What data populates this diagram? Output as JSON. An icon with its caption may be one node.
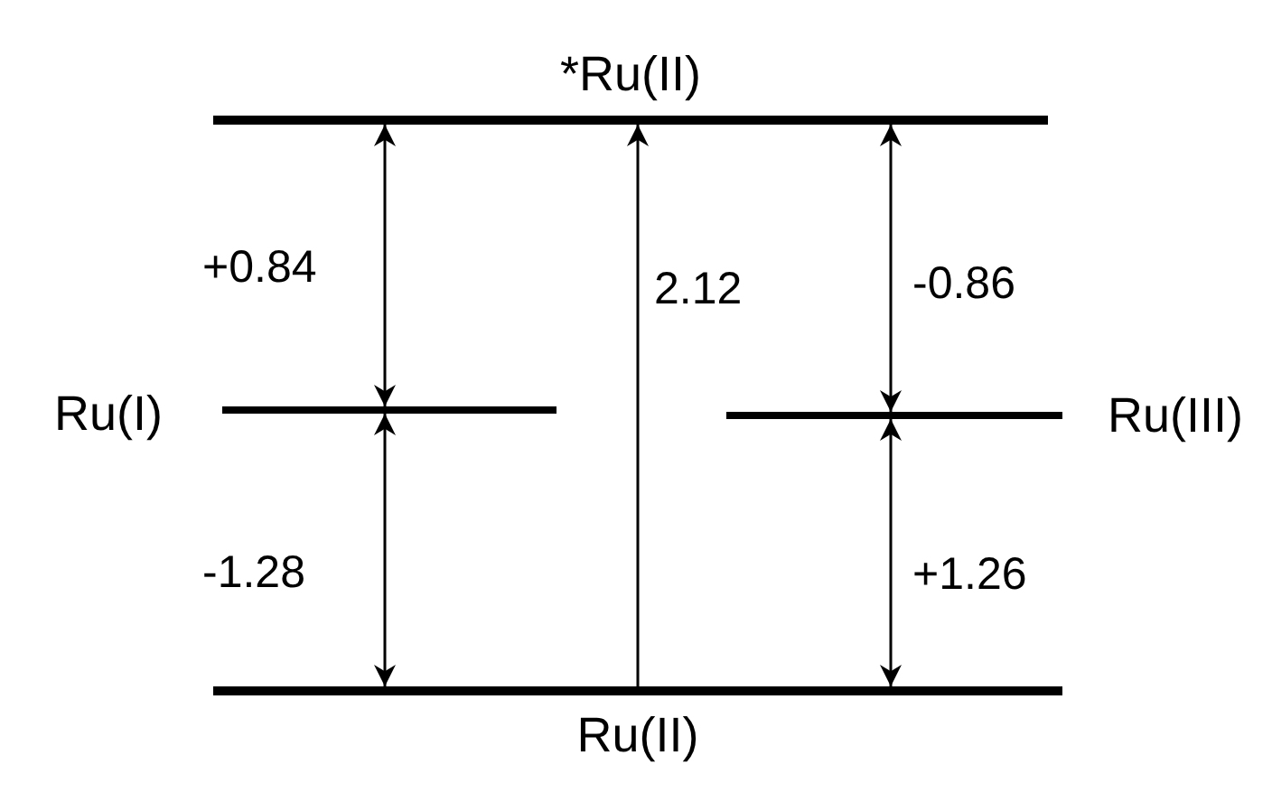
{
  "diagram": {
    "nodes": [
      {
        "text": [
          "*Ru(II)"
        ]
      },
      {
        "text": [
          "Ru(I)"
        ]
      },
      {
        "text": [
          "Ru(III)"
        ]
      },
      {
        "text": [
          "Ru(II)"
        ]
      }
    ],
    "edges": [
      {
        "from": 0,
        "to": 1,
        "arrow": "both",
        "label": "+0.84"
      },
      {
        "from": 0,
        "to": 2,
        "arrow": "both",
        "label": "-0.86"
      },
      {
        "from": 3,
        "to": 0,
        "arrow": "to",
        "label": "2.12"
      },
      {
        "from": 1,
        "to": 3,
        "arrow": "both",
        "label": "-1.28"
      },
      {
        "from": 2,
        "to": 3,
        "arrow": "both",
        "label": "+1.26"
      }
    ]
  }
}
